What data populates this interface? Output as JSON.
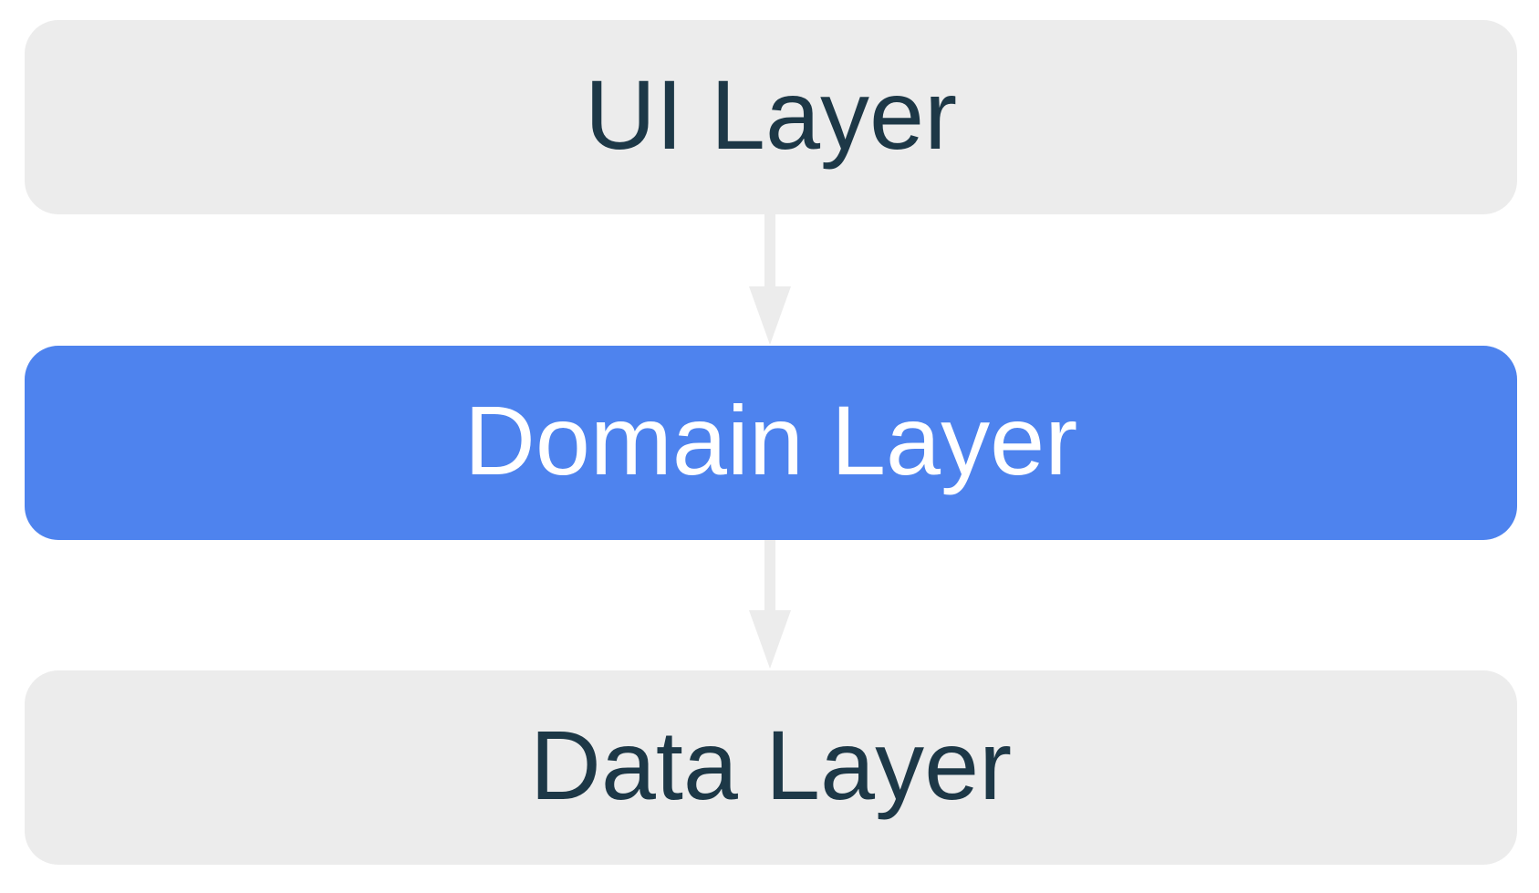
{
  "diagram": {
    "layers": [
      {
        "id": "ui",
        "label": "UI Layer",
        "style": "neutral"
      },
      {
        "id": "domain",
        "label": "Domain Layer",
        "style": "accent"
      },
      {
        "id": "data",
        "label": "Data Layer",
        "style": "neutral"
      }
    ],
    "arrows": [
      {
        "from": "ui",
        "to": "domain",
        "direction": "down"
      },
      {
        "from": "domain",
        "to": "data",
        "direction": "down"
      }
    ],
    "colors": {
      "background": "#ffffff",
      "neutral_box_bg": "#ececec",
      "accent_box_bg": "#4e83ee",
      "neutral_text": "#1d3847",
      "accent_text": "#ffffff",
      "arrow": "#ececec"
    }
  }
}
